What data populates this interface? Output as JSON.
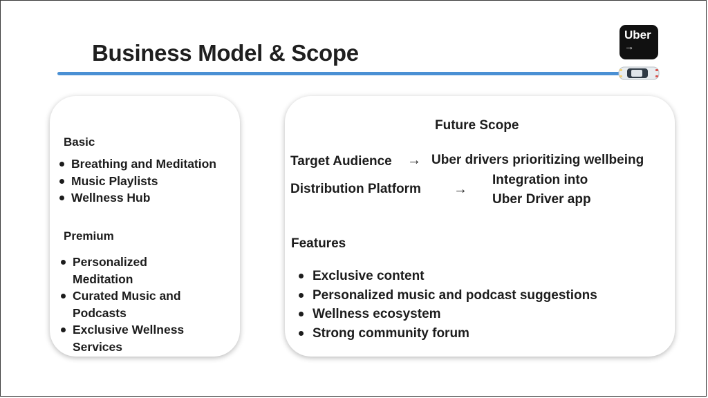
{
  "slide": {
    "title": "Business Model & Scope"
  },
  "logo": {
    "word": "Uber",
    "arrow": "→"
  },
  "left_card": {
    "basic": {
      "heading": "Basic",
      "items": [
        "Breathing and Meditation",
        "Music Playlists",
        "Wellness Hub"
      ]
    },
    "premium": {
      "heading": "Premium",
      "items": [
        "Personalized Meditation",
        "Curated Music and Podcasts",
        "Exclusive Wellness Services"
      ]
    }
  },
  "right_card": {
    "heading": "Future Scope",
    "target_audience": {
      "label": "Target Audience",
      "arrow": "→",
      "value": "Uber drivers prioritizing wellbeing"
    },
    "distribution": {
      "label": "Distribution Platform",
      "arrow": "→",
      "value_line1": "Integration into",
      "value_line2": "Uber Driver app"
    },
    "features": {
      "heading": "Features",
      "items": [
        "Exclusive content",
        "Personalized music and podcast suggestions",
        "Wellness ecosystem",
        "Strong community forum"
      ]
    }
  },
  "colors": {
    "accent_rule": "#4a90d4",
    "logo_bg": "#111111",
    "text": "#1c1c1c"
  }
}
